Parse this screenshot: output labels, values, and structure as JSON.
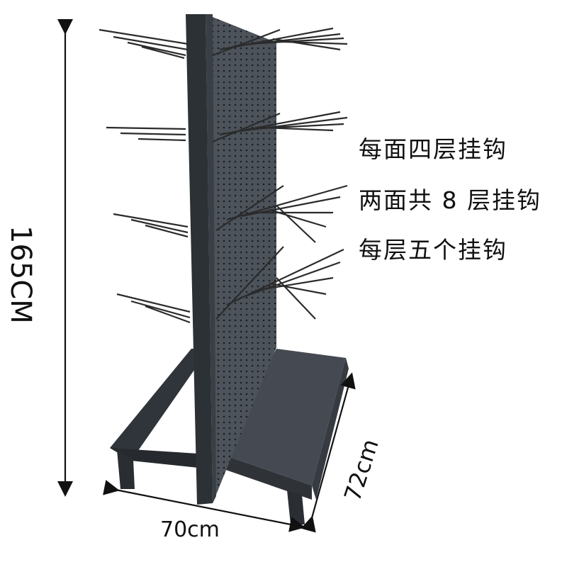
{
  "features": [
    "每面四层挂钩",
    "两面共 8 层挂钩",
    "每层五个挂钩"
  ],
  "dimensions": {
    "height": "165CM",
    "width": "70cm",
    "depth": "72cm"
  },
  "colors": {
    "frame": "#3a3f46",
    "frame_dark": "#2a2e33",
    "panel": "#4b5058",
    "hook": "#2b2b2b",
    "arrow": "#111111"
  }
}
